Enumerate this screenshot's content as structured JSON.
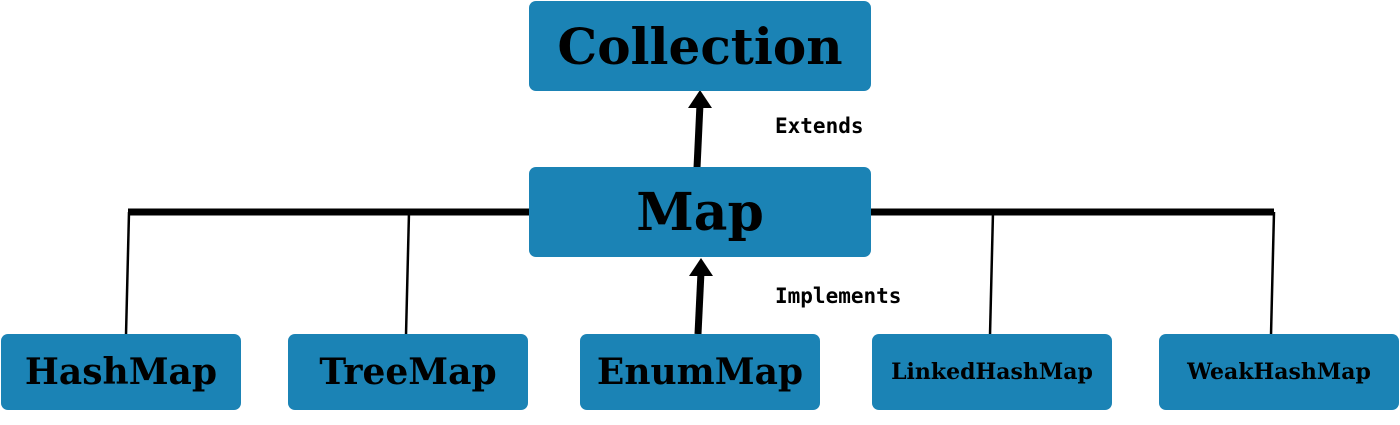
{
  "nodes": {
    "collection": "Collection",
    "map": "Map",
    "hashmap": "HashMap",
    "treemap": "TreeMap",
    "enummap": "EnumMap",
    "linkedhashmap": "LinkedHashMap",
    "weakhashmap": "WeakHashMap"
  },
  "edges": {
    "extends_label": "Extends",
    "implements_label": "Implements"
  },
  "colors": {
    "box": "#1b83b5",
    "text": "#000000",
    "line": "#000000"
  }
}
